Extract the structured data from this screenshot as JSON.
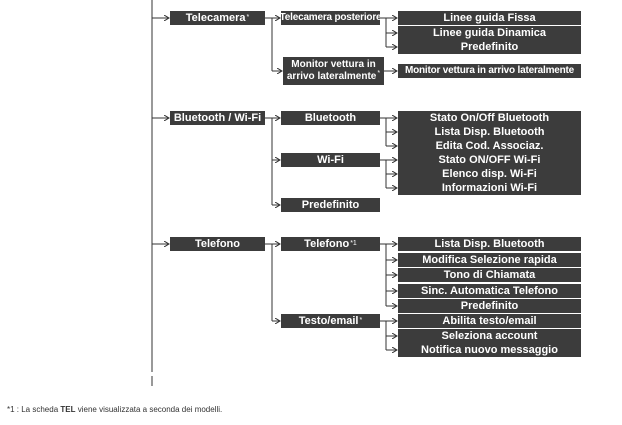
{
  "menu": {
    "camera": {
      "label": "Telecamera",
      "mark": "*",
      "rear": {
        "label": "Telecamera posteriore",
        "items": [
          "Linee guida Fissa",
          "Linee guida Dinamica",
          "Predefinito"
        ]
      },
      "side": {
        "label_line1": "Monitor vettura in",
        "label_line2": "arrivo lateralmente",
        "mark": "*",
        "items": [
          "Monitor vettura in arrivo lateralmente"
        ]
      }
    },
    "bluetooth_wifi": {
      "label": "Bluetooth / Wi-Fi",
      "bluetooth": {
        "label": "Bluetooth",
        "items": [
          "Stato On/Off Bluetooth",
          "Lista Disp. Bluetooth",
          "Edita Cod. Associaz."
        ]
      },
      "wifi": {
        "label": "Wi-Fi",
        "items": [
          "Stato ON/OFF Wi-Fi",
          "Elenco disp. Wi-Fi",
          "Informazioni Wi-Fi"
        ]
      },
      "default": {
        "label": "Predefinito"
      }
    },
    "phone": {
      "label": "Telefono",
      "phone": {
        "label": "Telefono",
        "mark": "*1",
        "items": [
          "Lista Disp. Bluetooth",
          "Modifica Selezione rapida",
          "Tono di Chiamata",
          "Sinc. Automatica Telefono",
          "Predefinito"
        ]
      },
      "text": {
        "label": "Testo/email",
        "mark": "*",
        "items": [
          "Abilita testo/email",
          "Seleziona account",
          "Notifica nuovo messaggio"
        ]
      }
    }
  },
  "footnote": {
    "marker": "*1 : La scheda",
    "bold": "TEL",
    "rest": "viene visualizzata a seconda dei modelli."
  }
}
